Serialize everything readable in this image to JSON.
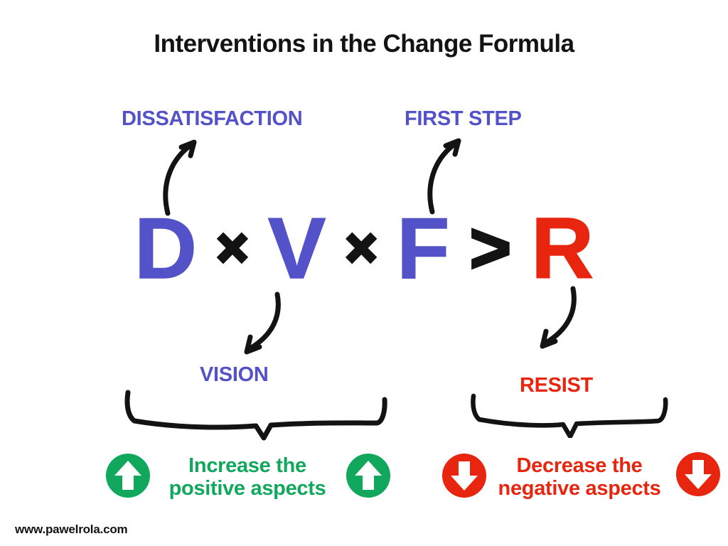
{
  "title": "Interventions in the Change Formula",
  "colors": {
    "ink": "#131313",
    "purple": "#5452c8",
    "red": "#e8250e",
    "green": "#11a75c",
    "background": "#ffffff"
  },
  "labels": {
    "dissatisfaction": "DISSATISFACTION",
    "first_step": "FIRST STEP",
    "vision": "VISION",
    "resist": "RESIST"
  },
  "formula": {
    "terms": [
      {
        "text": "D",
        "color": "purple"
      },
      {
        "text": "×",
        "color": "ink"
      },
      {
        "text": "V",
        "color": "purple"
      },
      {
        "text": "×",
        "color": "ink"
      },
      {
        "text": "F",
        "color": "purple"
      },
      {
        "text": ">",
        "color": "ink"
      },
      {
        "text": "R",
        "color": "red"
      }
    ]
  },
  "interventions": {
    "increase": {
      "line1": "Increase the",
      "line2": "positive aspects",
      "color": "#11a75c"
    },
    "decrease": {
      "line1": "Decrease the",
      "line2": "negative aspects",
      "color": "#e8250e"
    }
  },
  "icons": {
    "increase_badge": "circle-arrow-up",
    "decrease_badge": "circle-arrow-down",
    "pointer_up": "curved-arrow-up",
    "pointer_down": "curved-arrow-down",
    "grouping": "hand-drawn-brace"
  },
  "footer": {
    "website": "www.pawelrola.com"
  }
}
